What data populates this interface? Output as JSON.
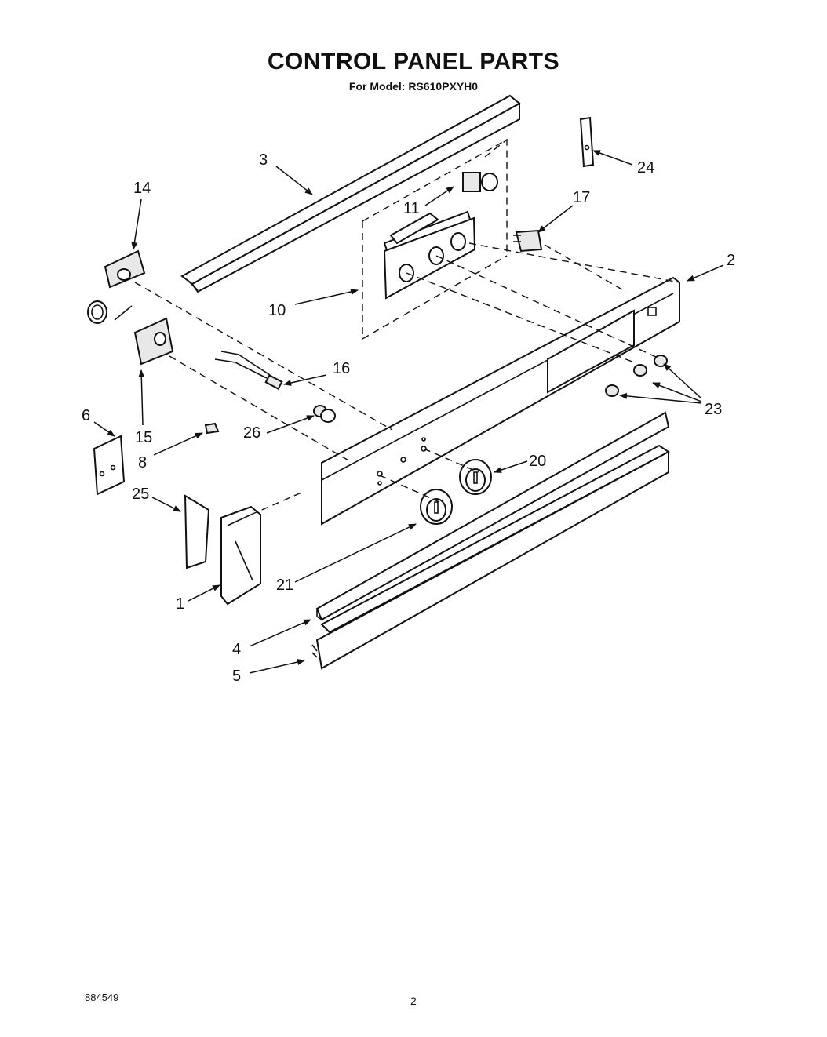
{
  "header": {
    "title": "CONTROL PANEL PARTS",
    "subtitle": "For Model: RS610PXYH0"
  },
  "footer": {
    "doc_number": "884549",
    "page_number": "2"
  },
  "callouts": {
    "c1": "1",
    "c2": "2",
    "c3": "3",
    "c4": "4",
    "c5": "5",
    "c6": "6",
    "c8": "8",
    "c10": "10",
    "c11": "11",
    "c14": "14",
    "c15": "15",
    "c16": "16",
    "c17": "17",
    "c20": "20",
    "c21": "21",
    "c23": "23",
    "c24": "24",
    "c25": "25",
    "c26": "26"
  }
}
